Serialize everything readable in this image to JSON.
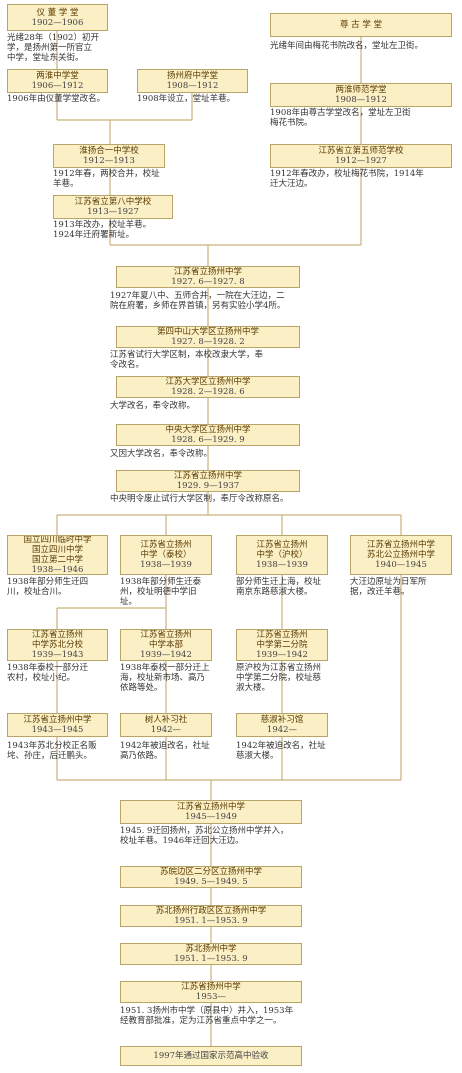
{
  "nodes": [
    {
      "id": "yizheng",
      "lines": [
        "仪  董  学  堂",
        "1902—1906"
      ],
      "note": "光绪28年（1902）初开\n学，是扬州第一所官立\n中学，堂址东关街。"
    },
    {
      "id": "zungu",
      "lines": [
        "尊  古  学  堂"
      ],
      "note": "光绪年间由梅花书院改名，堂址左卫街。"
    },
    {
      "id": "liang_huai_zhong",
      "lines": [
        "两淮中学堂",
        "1906—1912"
      ],
      "note": "1906年由仪董学堂改名。"
    },
    {
      "id": "yangzhoufu",
      "lines": [
        "扬州府中学堂",
        "1908—1912"
      ],
      "note": "1908年设立，堂址羊巷。"
    },
    {
      "id": "liang_huai_shifan",
      "lines": [
        "两淮师范学堂",
        "1908—1912"
      ],
      "note": "1908年由尊古学堂改名，堂址左卫街\n梅花书院。"
    },
    {
      "id": "huaiyang",
      "lines": [
        "淮扬合一中学校",
        "1912—1913"
      ],
      "note": "1912年春，两校合并，校址\n羊巷。"
    },
    {
      "id": "wushi",
      "lines": [
        "江苏省立第五师范学校",
        "1912—1927"
      ],
      "note": "1912年春改办，校址梅花书院，1914年\n迁大汪边。"
    },
    {
      "id": "bazhong",
      "lines": [
        "江苏省立第八中学校",
        "1913—1927"
      ],
      "note": "1913年改办，校址羊巷。\n1924年迁府署新址。"
    },
    {
      "id": "yz1927",
      "lines": [
        "江苏省立扬州中学",
        "1927. 6—1927. 8"
      ],
      "note": "1927年夏八中、五师合并，一院在大汪边，二\n院在府署，乡师在界首镇，另有实验小学4所。"
    },
    {
      "id": "zhongshan",
      "lines": [
        "第四中山大学区立扬州中学",
        "1927. 8—1928. 2"
      ],
      "note": "江苏省试行大学区制，本校改隶大学，奉\n令改名。"
    },
    {
      "id": "jiangsu_daxue",
      "lines": [
        "江苏大学区立扬州中学",
        "1928. 2—1928. 6"
      ],
      "note": "大学改名，奉令改称。"
    },
    {
      "id": "zhongyang",
      "lines": [
        "中央大学区立扬州中学",
        "1928. 6—1929. 9"
      ],
      "note": "又因大学改名，奉令改称。"
    },
    {
      "id": "yz1929",
      "lines": [
        "江苏省立扬州中学",
        "1929. 9—1937"
      ],
      "note": "中央明令废止试行大学区制，奉厅令改称原名。"
    },
    {
      "id": "sichuan",
      "lines": [
        "国立四川临时中学",
        "国立四川中学",
        "国立第二中学",
        "1938—1946"
      ],
      "note": "1938年部分师生迁四\n川，校址合川。"
    },
    {
      "id": "taixiao",
      "lines": [
        "江苏省立扬州",
        "中学（泰校）",
        "1938—1939"
      ],
      "note": "1938年部分师生迁泰\n州，校址明德中学旧\n址。"
    },
    {
      "id": "huxiao",
      "lines": [
        "江苏省立扬州",
        "中学（沪校）",
        "1938—1939"
      ],
      "note": "部分师生迁上海，校址\n南京东路慈淑大楼。"
    },
    {
      "id": "subei_gong",
      "lines": [
        "江苏省立扬州中学",
        "苏北公立扬州中学",
        "1940—1945"
      ],
      "note": "大汪边原址为日军所\n据，改迁羊巷。"
    },
    {
      "id": "subei_fen",
      "lines": [
        "江苏省立扬州",
        "中学苏北分校",
        "1939—1943"
      ],
      "note": "1938年泰校一部分迁\n农村，校址小纪。"
    },
    {
      "id": "benbu",
      "lines": [
        "江苏省立扬州",
        "中学本部",
        "1939—1942"
      ],
      "note": "1938年泰校一部分迁上\n海，校址新市场、高乃\n依路等处。"
    },
    {
      "id": "dier_fen",
      "lines": [
        "江苏省立扬州",
        "中学第二分院",
        "1939—1942"
      ],
      "note": "原沪校为江苏省立扬州\n中学第二分院，校址慈\n淑大楼。"
    },
    {
      "id": "yz1943",
      "lines": [
        "江苏省立扬州中学",
        "1943—1945"
      ],
      "note": "1943年苏北分校正名贩\n垞、孙庄，后迁鹏头。"
    },
    {
      "id": "shuren",
      "lines": [
        "树人补习社",
        "1942—"
      ],
      "note": "1942年被迫改名，社址\n高乃依路。"
    },
    {
      "id": "cishu",
      "lines": [
        "慈淑补习馆",
        "1942—"
      ],
      "note": "1942年被迫改名，社址\n慈淑大楼。"
    },
    {
      "id": "yz1945",
      "lines": [
        "江苏省立扬州中学",
        "1945—1949"
      ],
      "note": "1945. 9迁回扬州，苏北公立扬州中学并入，\n校址羊巷。1946年迁回大汪边。"
    },
    {
      "id": "sucan",
      "lines": [
        "苏皖边区二分区立扬州中学",
        "1949. 5—1949. 5"
      ],
      "note": ""
    },
    {
      "id": "subei_xz",
      "lines": [
        "苏北扬州行政区区立扬州中学",
        "1951. 1—1953. 9"
      ],
      "note": ""
    },
    {
      "id": "subei_yz",
      "lines": [
        "苏北扬州中学",
        "1951. 1—1953. 9"
      ],
      "note": ""
    },
    {
      "id": "js_yz",
      "lines": [
        "江苏省扬州中学",
        "1953—"
      ],
      "note": "1951. 3扬州市中学（原县中）并入，1953年\n经教育部批准，定为江苏省重点中学之一。"
    },
    {
      "id": "model",
      "lines": [
        "1997年通过国家示范高中验收"
      ],
      "note": ""
    }
  ]
}
